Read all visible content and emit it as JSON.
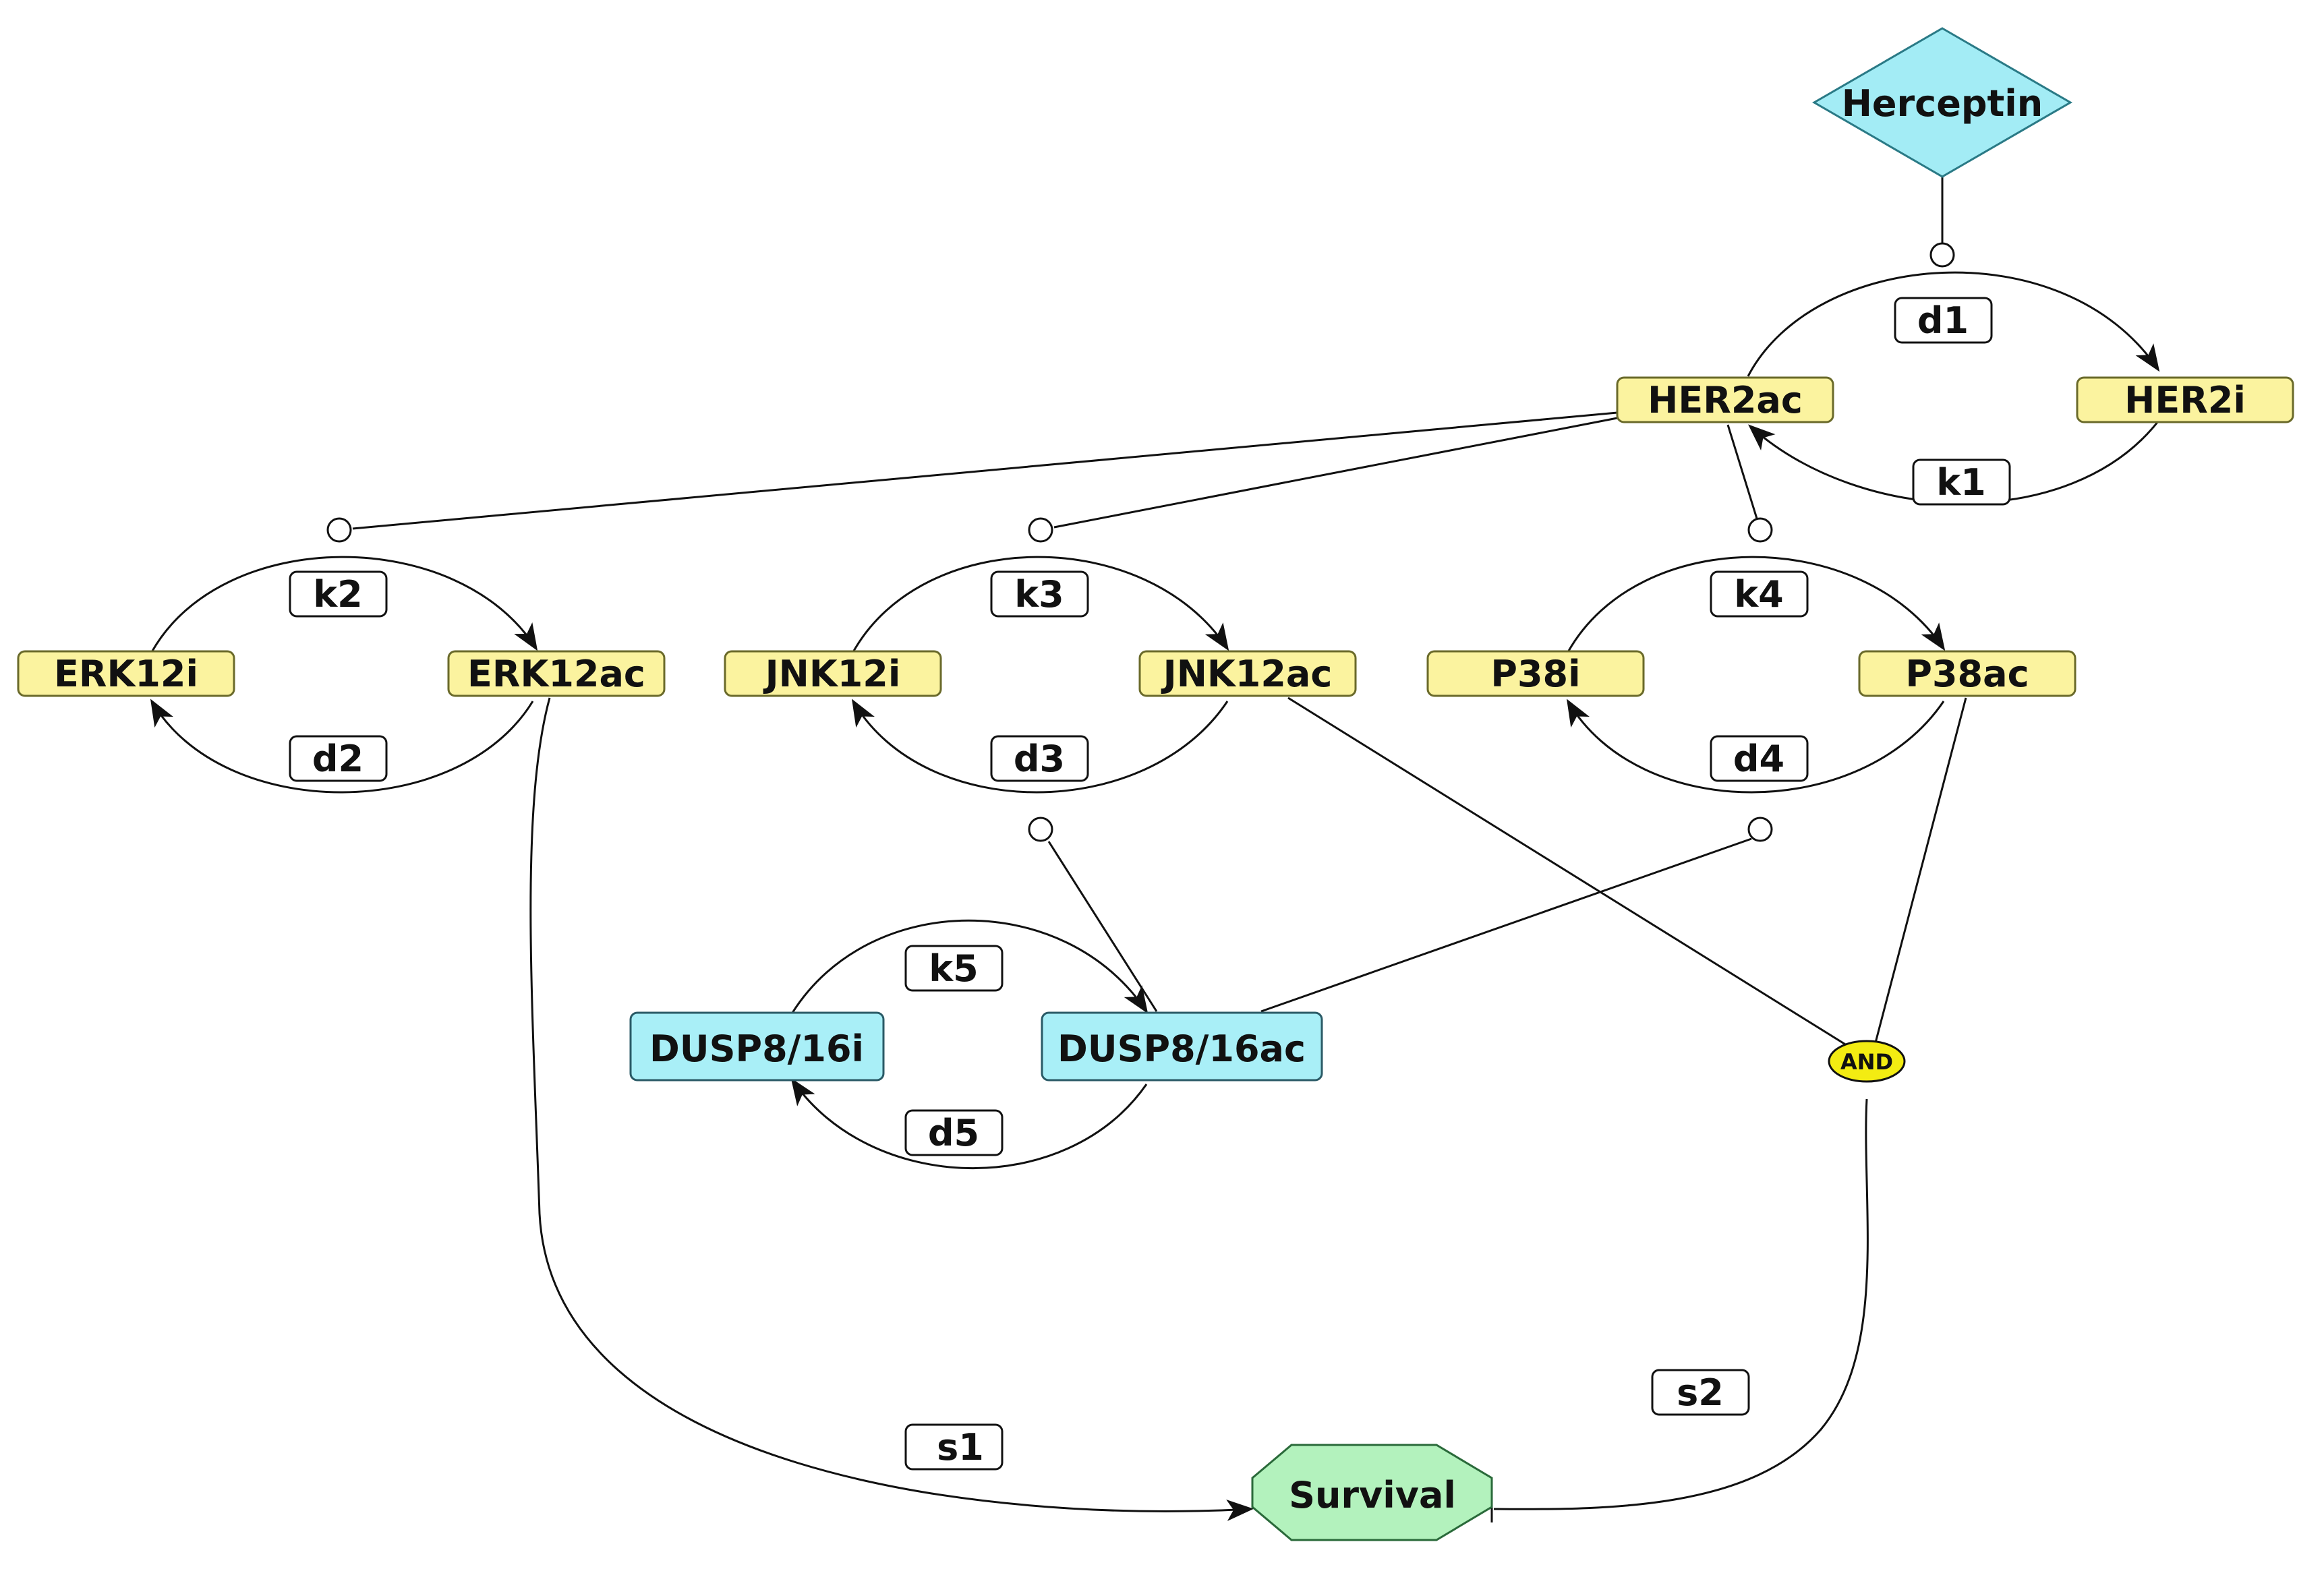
{
  "colors": {
    "species_fill": "#fbf39f",
    "species_stroke": "#6a6a2a",
    "phosphatase_fill": "#a9eff7",
    "phosphatase_stroke": "#2a5a66",
    "drug_fill": "#a3ecf5",
    "drug_stroke": "#2a7a86",
    "output_fill": "#b3f2bd",
    "output_stroke": "#2a6a3a",
    "and_fill": "#f3ec12",
    "edge": "#111111",
    "label_fill": "#ffffff"
  },
  "nodes": {
    "herceptin": "Herceptin",
    "her2ac": "HER2ac",
    "her2i": "HER2i",
    "erk12i": "ERK12i",
    "erk12ac": "ERK12ac",
    "jnk12i": "JNK12i",
    "jnk12ac": "JNK12ac",
    "p38i": "P38i",
    "p38ac": "P38ac",
    "dusp_i": "DUSP8/16i",
    "dusp_ac": "DUSP8/16ac",
    "survival": "Survival",
    "and_gate": "AND"
  },
  "reactions": {
    "d1": "d1",
    "k1": "k1",
    "k2": "k2",
    "d2": "d2",
    "k3": "k3",
    "d3": "d3",
    "k4": "k4",
    "d4": "d4",
    "k5": "k5",
    "d5": "d5",
    "s1": "s1",
    "s2": "s2"
  }
}
